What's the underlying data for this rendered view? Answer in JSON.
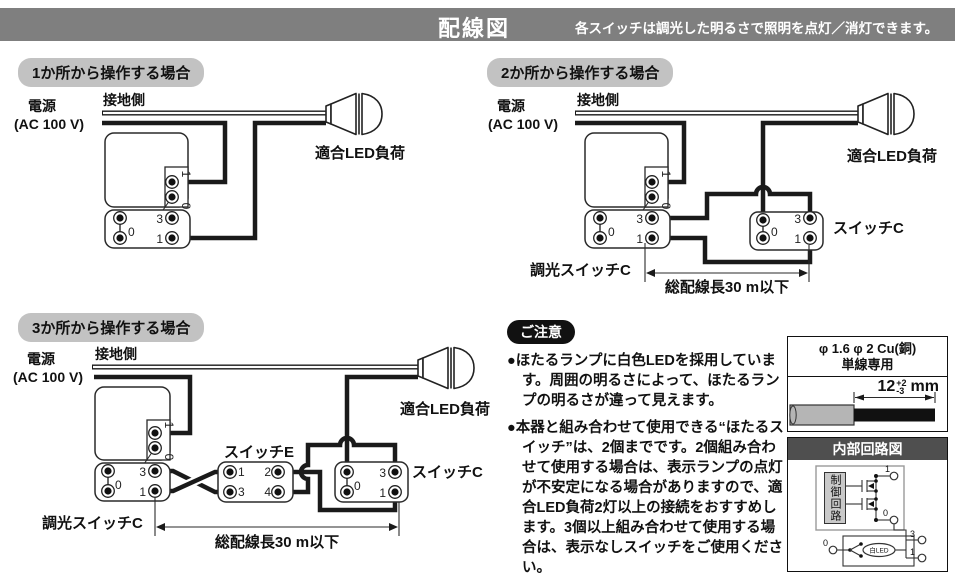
{
  "header": {
    "title": "配線図",
    "subtitle": "各スイッチは調光した明るさで照明を点灯／消灯できます。"
  },
  "sections": [
    {
      "heading": "1か所から操作する場合"
    },
    {
      "heading": "2か所から操作する場合"
    },
    {
      "heading": "3か所から操作する場合"
    }
  ],
  "labels": {
    "power": "電源",
    "voltage": "(AC 100 V)",
    "ground": "接地側",
    "led_load": "適合LED負荷",
    "dimmer_c": "調光スイッチC",
    "switch_c": "スイッチC",
    "switch_e": "スイッチE",
    "wiring_length": "総配線長30 m以下"
  },
  "terminals": {
    "t0": "0",
    "t1": "1",
    "t2": "2",
    "t3": "3",
    "t4": "4"
  },
  "notes": {
    "badge": "ご注意",
    "items": [
      "●ほたるランプに白色LEDを採用しています。周囲の明るさによって、ほたるランプの明るさが違って見えます。",
      "●本器と組み合わせて使用できる“ほたるスイッチ”は、2個までです。2個組み合わせて使用する場合は、表示ランプの点灯が不安定になる場合がありますので、適合LED負荷2灯以上の接続をおすすめします。3個以上組み合わせて使用する場合は、表示なしスイッチをご使用ください。"
    ]
  },
  "wire_spec": {
    "line1": "φ 1.6 φ 2 Cu(銅)",
    "line2": "単線専用",
    "dim_value": "12",
    "tol_plus": "+2",
    "tol_minus": "-3",
    "unit": "mm"
  },
  "internal_circuit": {
    "heading": "内部回路図",
    "control": "制御回路",
    "led": "白LED"
  },
  "colors": {
    "header_bar": "#7f7f7f",
    "pill": "#c2c2c2",
    "circuit_header": "#4f4f4f",
    "wire_insulation": "#b5b5b5"
  }
}
